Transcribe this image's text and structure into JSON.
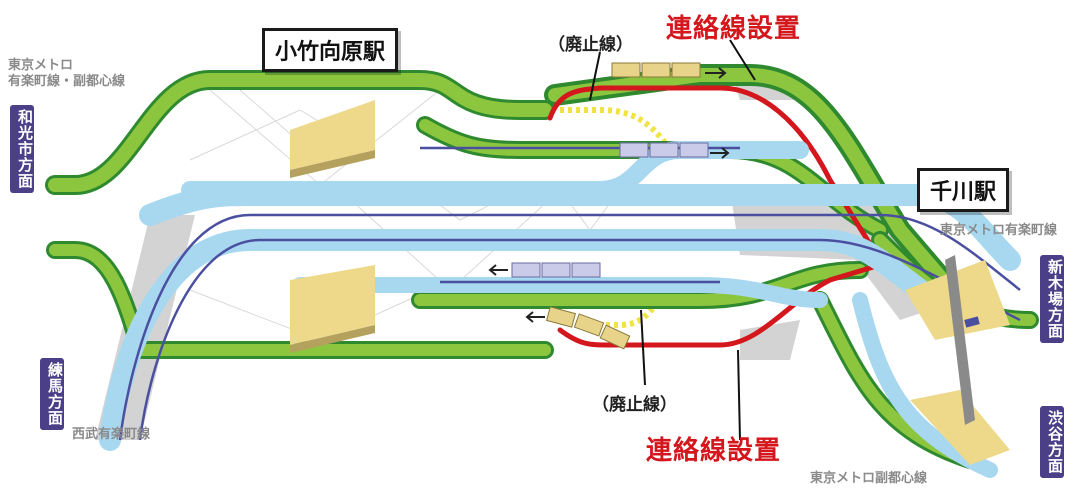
{
  "stations": {
    "kotake": "小竹向原駅",
    "senkawa": "千川駅"
  },
  "callouts": {
    "connection_top": "連絡線設置",
    "connection_bottom": "連絡線設置",
    "abolished_top": "（廃止線）",
    "abolished_bottom": "（廃止線）"
  },
  "line_labels": {
    "metro_top_line1": "東京メトロ",
    "metro_top_line2": "有楽町線・副都心線",
    "seibu": "西武有楽町線",
    "metro_yurakucho": "東京メトロ有楽町線",
    "metro_fukutoshin": "東京メトロ副都心線"
  },
  "directions": {
    "wako": "和光市方面",
    "nerima": "練馬方面",
    "shinkiba": "新木場方面",
    "shibuya": "渋谷方面"
  },
  "colors": {
    "green_track": "#8cc63f",
    "blue_track": "#a8d8f0",
    "red_track": "#d4161d",
    "center_line": "#4b4fa0",
    "badge": "#4b3f87",
    "abolished": "#f0e442"
  }
}
